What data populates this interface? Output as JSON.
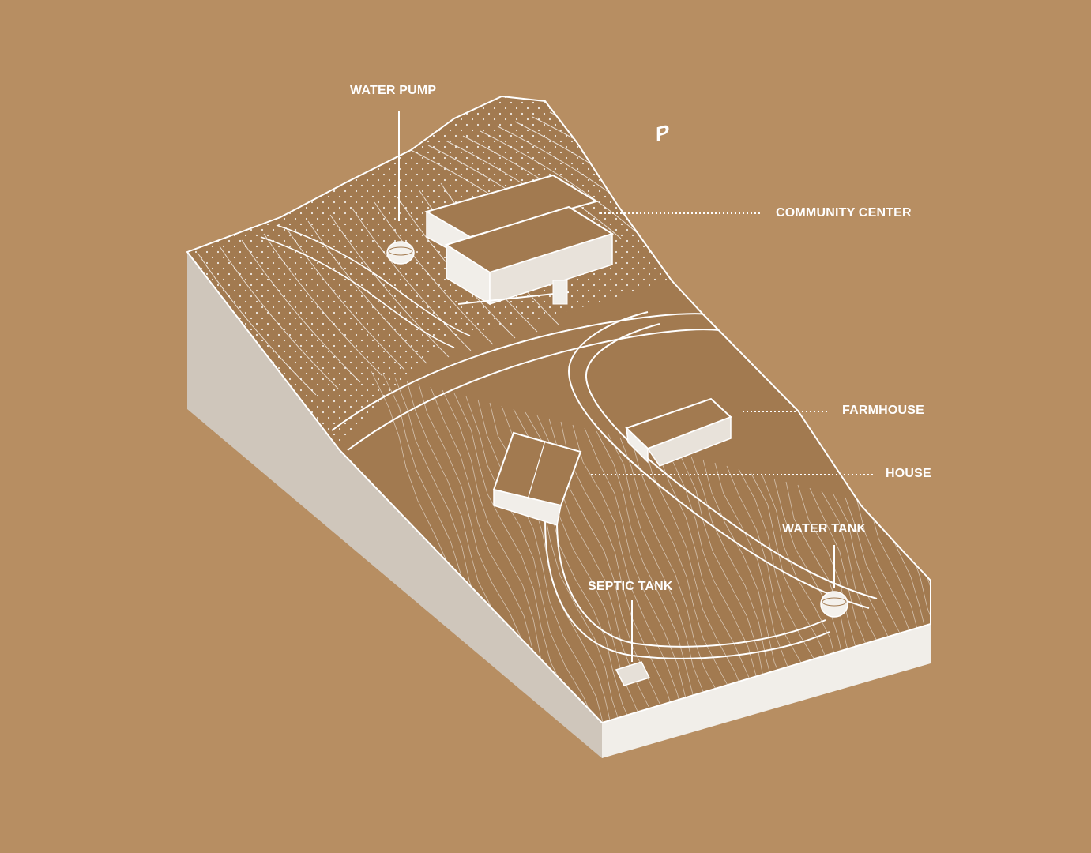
{
  "colors": {
    "background": "#b78e62",
    "terrain_top": "#a27a50",
    "terrain_side_left": "#cfc6bb",
    "terrain_side_front": "#f1eee9",
    "line": "#ffffff"
  },
  "labels": {
    "water_pump": "WATER PUMP",
    "community_center": "COMMUNITY CENTER",
    "farmhouse": "FARMHOUSE",
    "house": "HOUSE",
    "water_tank": "WATER TANK",
    "septic_tank": "SEPTIC TANK",
    "parking": "P"
  }
}
